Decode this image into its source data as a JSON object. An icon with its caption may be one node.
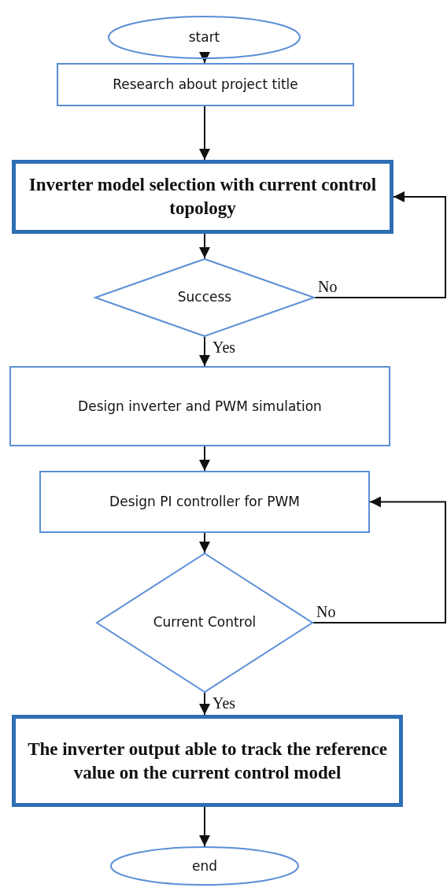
{
  "diagram": {
    "nodes": [
      {
        "text": [
          "start"
        ]
      },
      {
        "text": [
          "Research about project title"
        ]
      },
      {
        "text": [
          "Inverter model selection with current control topology"
        ]
      },
      {
        "text": [
          "Success"
        ]
      },
      {
        "text": [
          "Design inverter and PWM simulation"
        ]
      },
      {
        "text": [
          "Design PI controller for PWM"
        ]
      },
      {
        "text": [
          "Current Control"
        ]
      },
      {
        "text": [
          "The inverter output able to track the reference value on the current control model"
        ]
      },
      {
        "text": [
          "end"
        ]
      }
    ],
    "edges": [
      {
        "from": 0,
        "to": 1,
        "arrow": "to"
      },
      {
        "from": 1,
        "to": 2,
        "arrow": "to"
      },
      {
        "from": 2,
        "to": 3,
        "arrow": "to"
      },
      {
        "from": 3,
        "to": 4,
        "arrow": "to",
        "label": "Yes"
      },
      {
        "from": 4,
        "to": 5,
        "arrow": "to"
      },
      {
        "from": 5,
        "to": 6,
        "arrow": "to"
      },
      {
        "from": 6,
        "to": 7,
        "arrow": "to",
        "label": "Yes"
      },
      {
        "from": 7,
        "to": 8,
        "arrow": "to"
      },
      {
        "from": 3,
        "to": 2,
        "arrow": "to",
        "label": "No"
      },
      {
        "from": 6,
        "to": 5,
        "arrow": "to",
        "label": "No"
      }
    ]
  }
}
